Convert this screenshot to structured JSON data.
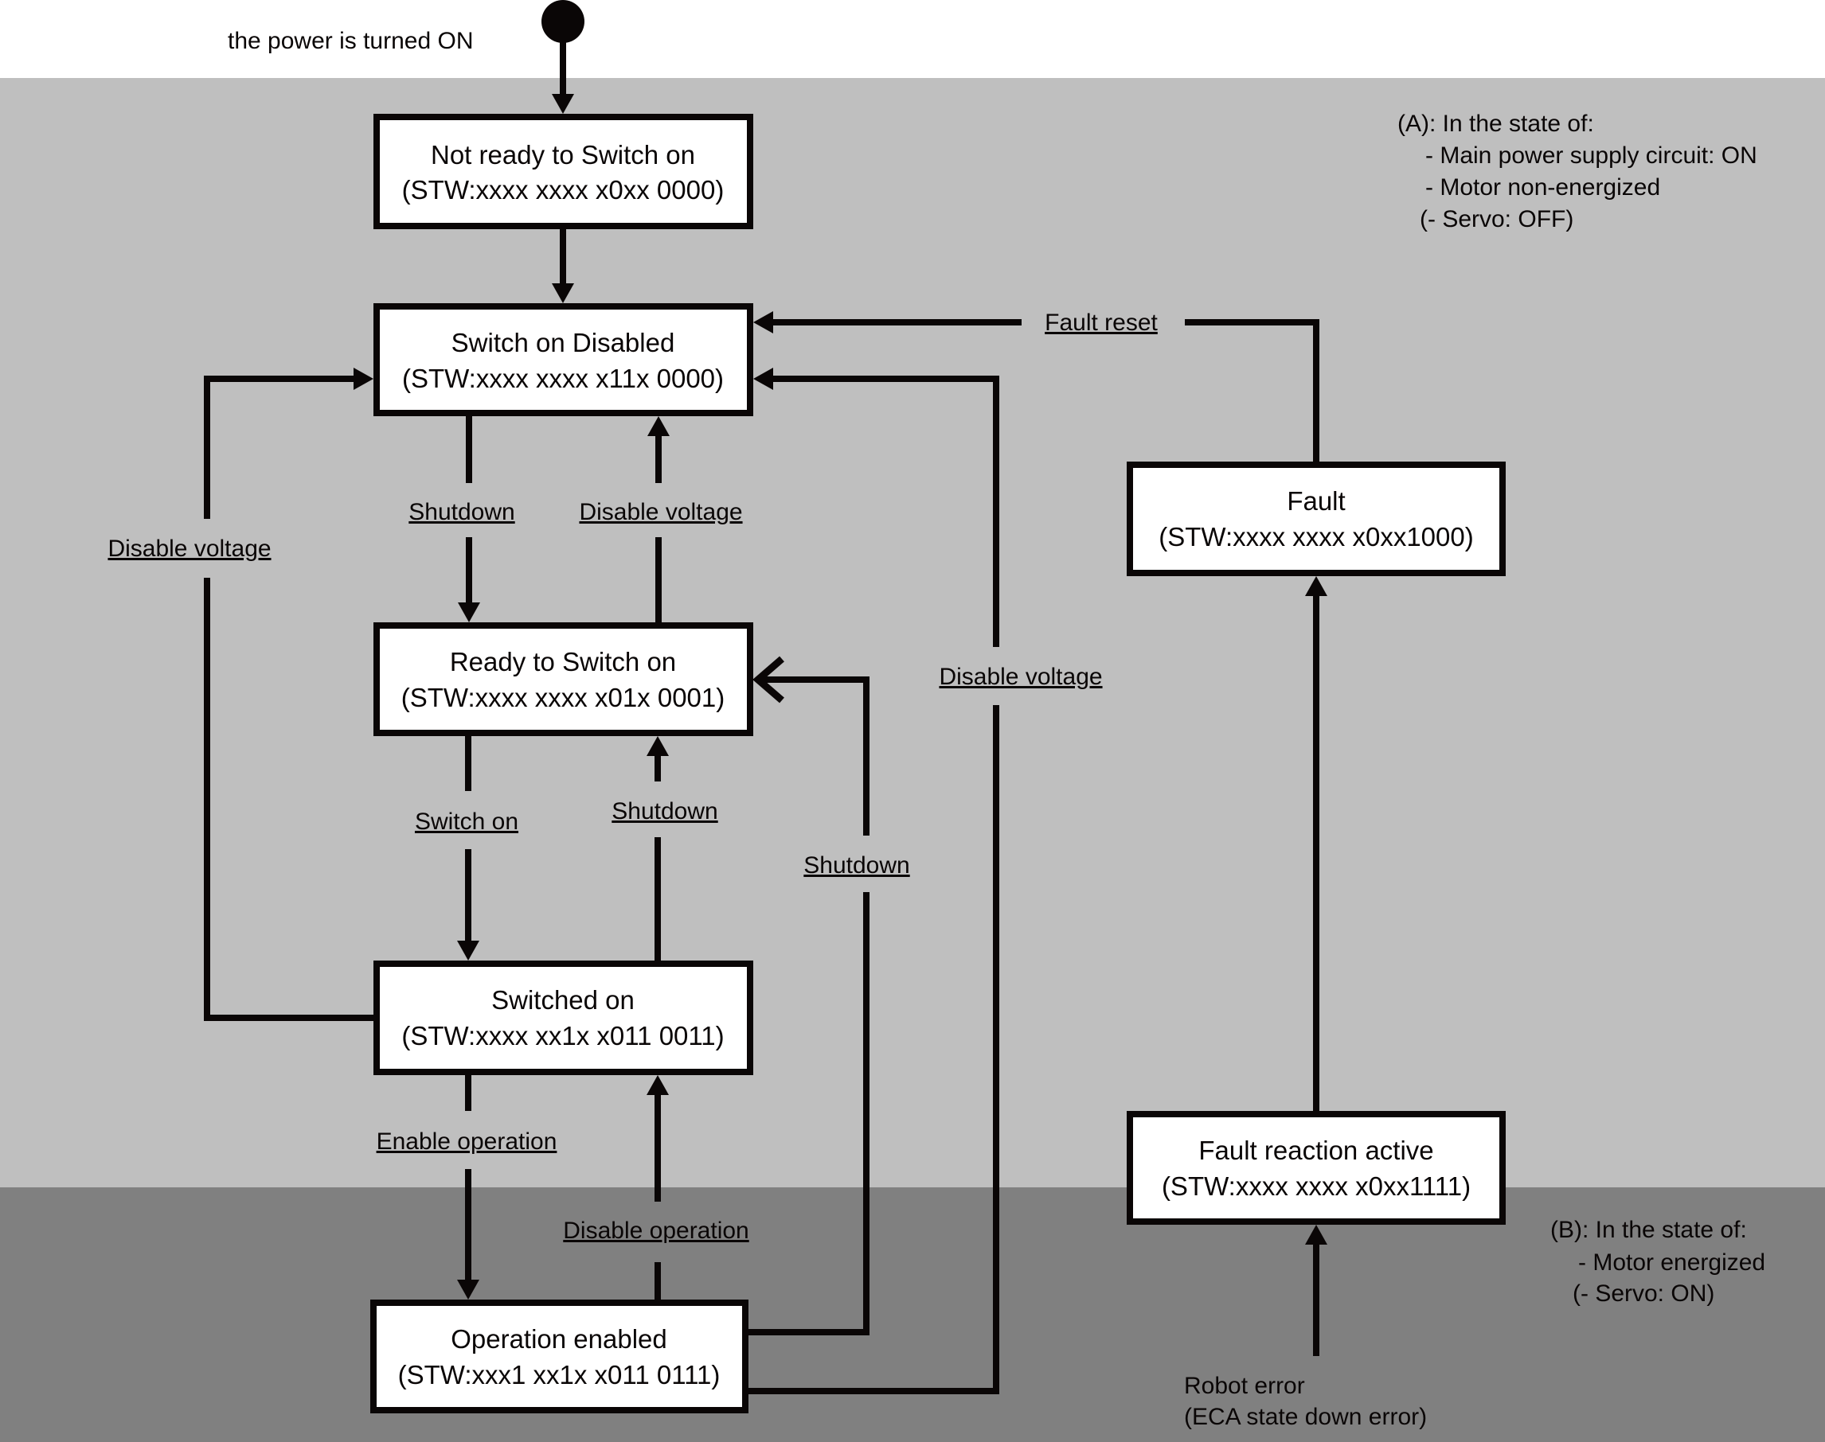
{
  "diagram": {
    "title_hint": "State transition diagram",
    "colors": {
      "top_band": "#ffffff",
      "region_a": "#bfbfbf",
      "region_b": "#808080",
      "line": "#0a0606",
      "box_fill": "#ffffff"
    },
    "start": {
      "label": "the power is turned ON"
    },
    "states": {
      "not_ready": {
        "name": "Not ready to Switch on",
        "stw": "(STW:xxxx xxxx x0xx 0000)"
      },
      "switch_on_disabled": {
        "name": "Switch on Disabled",
        "stw": "(STW:xxxx xxxx x11x 0000)"
      },
      "ready": {
        "name": "Ready to Switch on",
        "stw": "(STW:xxxx xxxx x01x 0001)"
      },
      "switched_on": {
        "name": "Switched on",
        "stw": "(STW:xxxx xx1x x011 0011)"
      },
      "operation_enabled": {
        "name": "Operation enabled",
        "stw": "(STW:xxx1 xx1x x011 0111)"
      },
      "fault": {
        "name": "Fault",
        "stw": "(STW:xxxx xxxx x0xx1000)"
      },
      "fault_reaction": {
        "name": "Fault  reaction active",
        "stw": "(STW:xxxx xxxx x0xx1111)"
      }
    },
    "transitions": {
      "shutdown_1": "Shutdown",
      "disable_voltage_1": "Disable voltage",
      "disable_voltage_left": "Disable voltage",
      "switch_on": "Switch on",
      "shutdown_2": "Shutdown",
      "shutdown_3": "Shutdown",
      "disable_voltage_right": "Disable voltage",
      "enable_operation": "Enable operation",
      "disable_operation": "Disable operation",
      "fault_reset": "Fault reset"
    },
    "robot_error": {
      "line1": "Robot error",
      "line2": "(ECA state down error)"
    },
    "note_a": {
      "title": "(A): In the state of:",
      "line1": "- Main power supply circuit: ON",
      "line2": "- Motor non-energized",
      "line3": "(- Servo: OFF)"
    },
    "note_b": {
      "title": "(B): In the state of:",
      "line1": "- Motor energized",
      "line2": "(- Servo: ON)"
    }
  }
}
